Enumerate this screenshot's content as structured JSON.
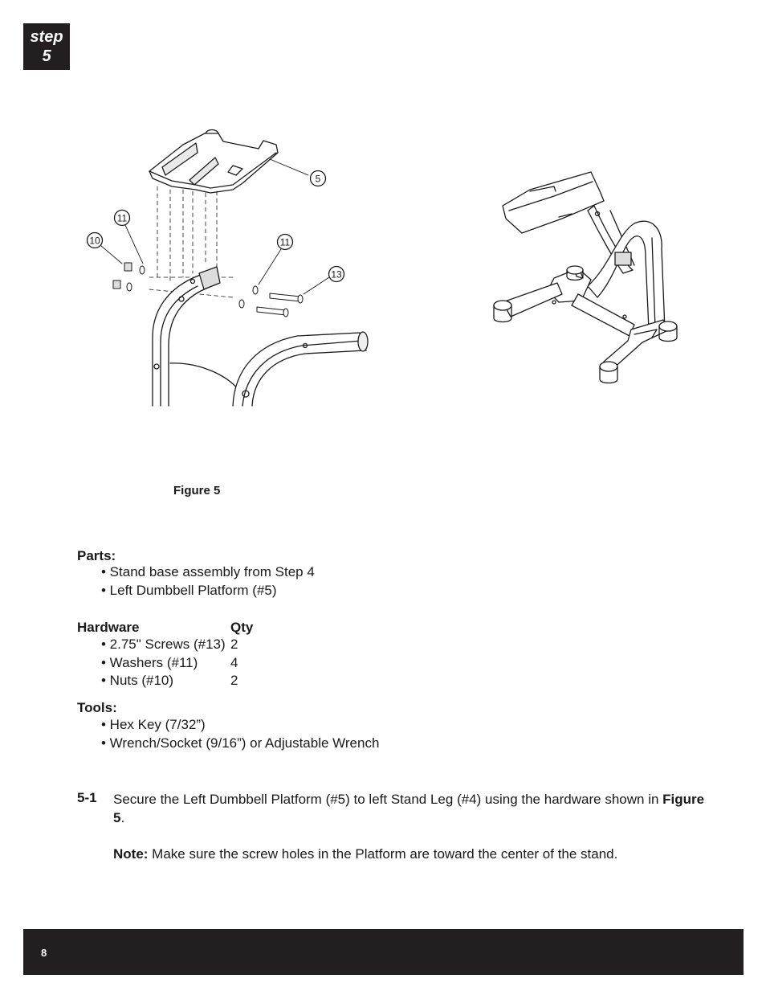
{
  "step": {
    "word": "step",
    "number": "5"
  },
  "figure": {
    "caption": "Figure 5",
    "callouts": [
      "5",
      "11",
      "10",
      "11",
      "13"
    ]
  },
  "parts": {
    "heading": "Parts:",
    "items": [
      "• Stand base assembly from Step 4",
      "• Left Dumbbell Platform (#5)"
    ]
  },
  "hardware": {
    "heading": "Hardware",
    "qty_heading": "Qty",
    "items": [
      "• 2.75\" Screws (#13)",
      "• Washers (#11)",
      "• Nuts (#10)"
    ],
    "quantities": [
      "2",
      "4",
      "2"
    ]
  },
  "tools": {
    "heading": "Tools:",
    "items": [
      "• Hex Key (7/32”)",
      "• Wrench/Socket (9/16”) or Adjustable Wrench"
    ]
  },
  "instruction": {
    "number": "5-1",
    "text_before": "Secure the Left Dumbbell Platform (#5) to left Stand Leg (#4)  using the hardware shown in ",
    "figure_ref": "Figure 5",
    "text_after": ".",
    "note_label": "Note:",
    "note_text": " Make sure the screw holes in the Platform are toward the center of the stand."
  },
  "footer": {
    "page_number": "8"
  }
}
